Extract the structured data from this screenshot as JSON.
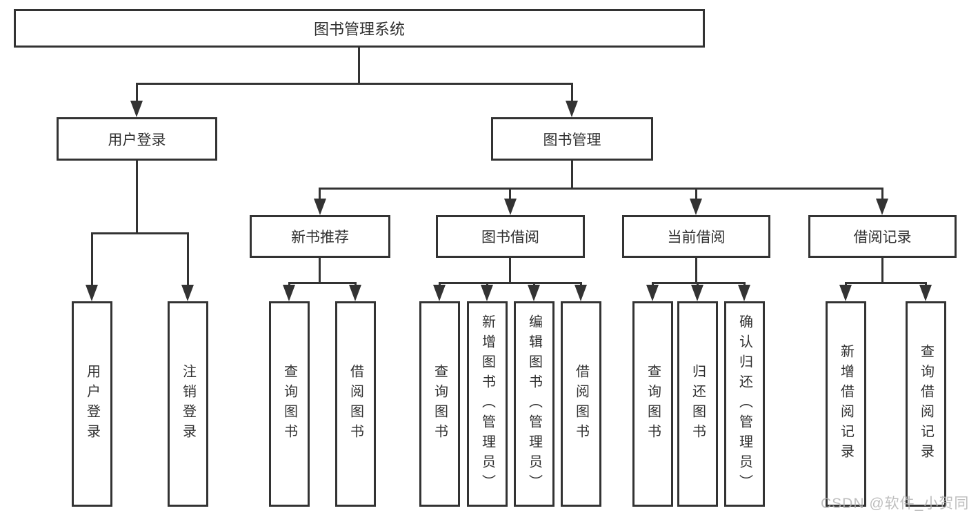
{
  "tree": {
    "label": "图书管理系统",
    "children": [
      {
        "label": "用户登录",
        "children": [
          {
            "label": "用户登录"
          },
          {
            "label": "注销登录"
          }
        ]
      },
      {
        "label": "图书管理",
        "children": [
          {
            "label": "新书推荐",
            "children": [
              {
                "label": "查询图书"
              },
              {
                "label": "借阅图书"
              }
            ]
          },
          {
            "label": "图书借阅",
            "children": [
              {
                "label": "查询图书"
              },
              {
                "label": "新增图书（管理员）"
              },
              {
                "label": "编辑图书（管理员）"
              },
              {
                "label": "借阅图书"
              }
            ]
          },
          {
            "label": "当前借阅",
            "children": [
              {
                "label": "查询图书"
              },
              {
                "label": "归还图书"
              },
              {
                "label": "确认归还（管理员）"
              }
            ]
          },
          {
            "label": "借阅记录",
            "children": [
              {
                "label": "新增借阅记录"
              },
              {
                "label": "查询借阅记录"
              }
            ]
          }
        ]
      }
    ]
  },
  "watermark": "CSDN @软件_小贺同学",
  "colors": {
    "line": "#333333",
    "text": "#303030",
    "watermark": "#b3b3b3",
    "background": "#ffffff"
  }
}
